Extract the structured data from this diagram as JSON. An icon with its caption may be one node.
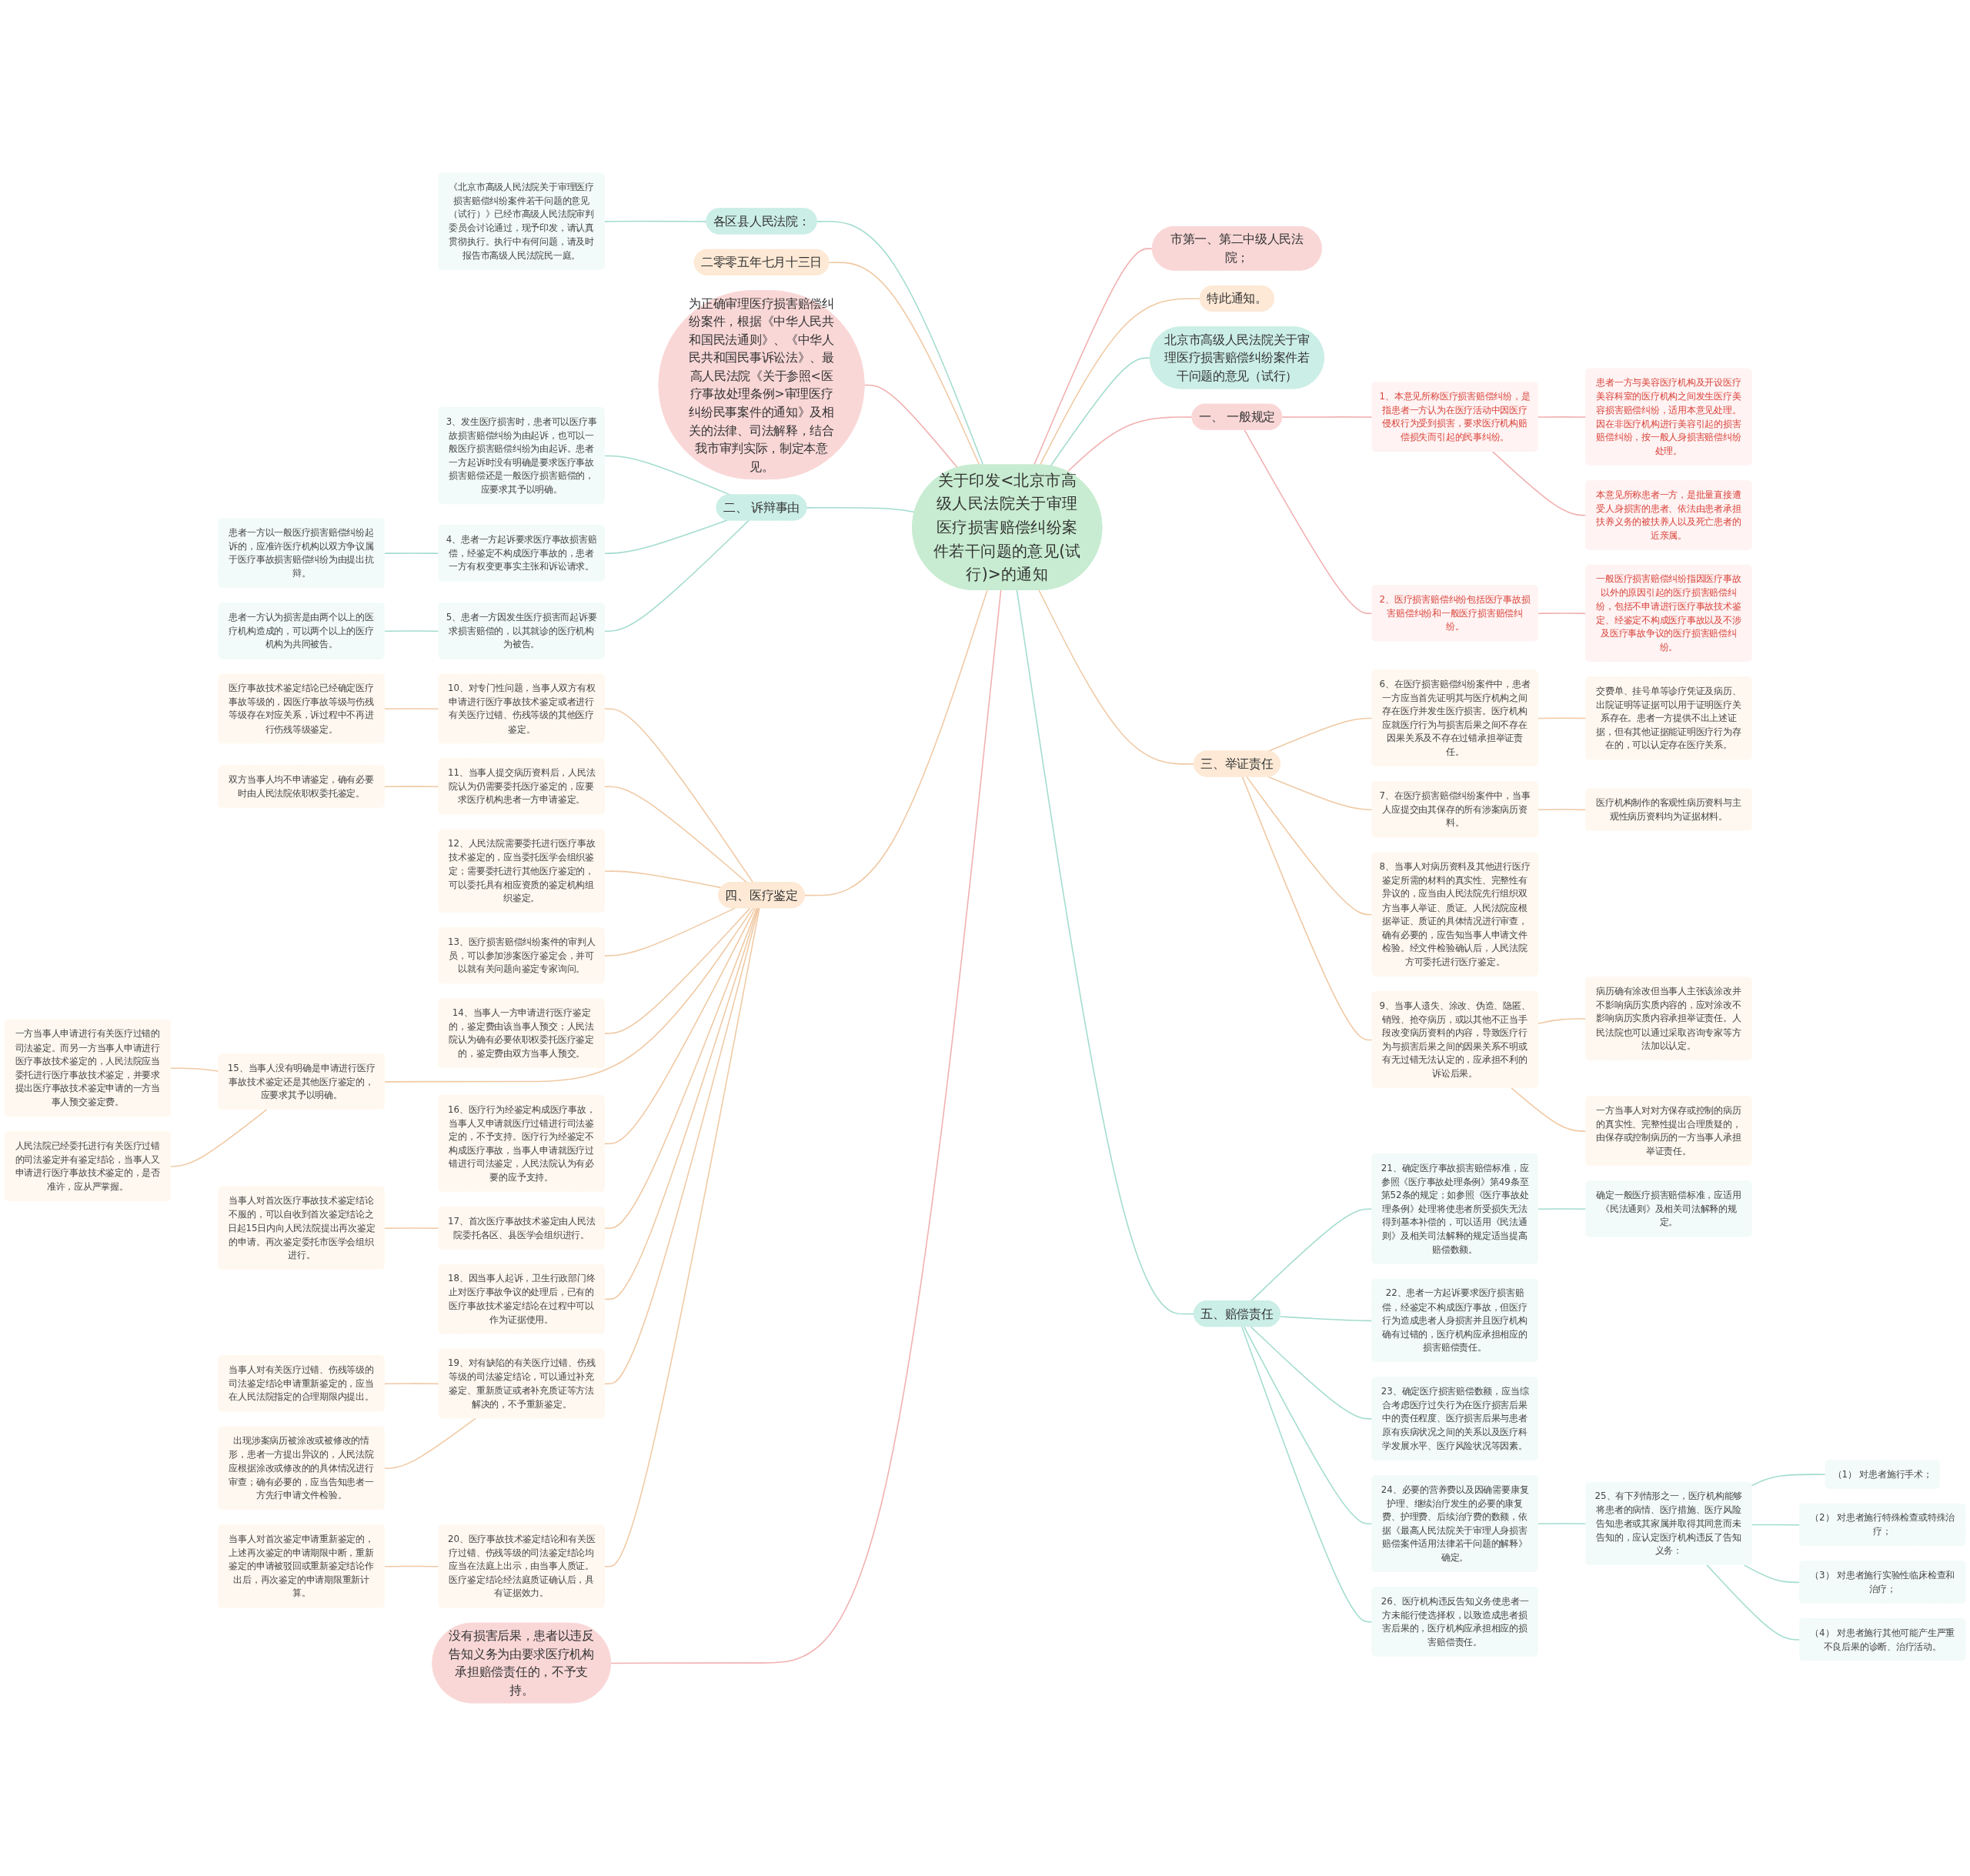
{
  "diagram": {
    "nodes": [
      {
        "text": [
          "关于印发<北京市高级人民法院关于审理医疗损害赔偿纠纷案件若干问题的意见(试行)>的通知"
        ]
      },
      {
        "text": [
          "各区县人民法院："
        ]
      },
      {
        "text": [
          "《北京市高级人民法院关于审理医疗损害赔偿纠纷案件若干问题的意见（试行）》已经市高级人民法院审判委员会讨论通过，现予印发，请认真贯彻执行。执行中有何问题，请及时报告市高级人民法院民一庭。"
        ]
      },
      {
        "text": [
          "二零零五年七月十三日"
        ]
      },
      {
        "text": [
          "为正确审理医疗损害赔偿纠纷案件，根据《中华人民共和国民法通则》、《中华人民共和国民事诉讼法》、最高人民法院《关于参照<医疗事故处理条例>审理医疗纠纷民事案件的通知》及相关的法律、司法解释，结合我市审判实际，制定本意见。"
        ]
      },
      {
        "text": [
          "二、 诉辩事由"
        ]
      },
      {
        "text": [
          "3、发生医疗损害时，患者可以医疗事故损害赔偿纠纷为由起诉，也可以一般医疗损害赔偿纠纷为由起诉。患者一方起诉时没有明确是要求医疗事故损害赔偿还是一般医疗损害赔偿的，应要求其予以明确。"
        ]
      },
      {
        "text": [
          "4、患者一方起诉要求医疗事故损害赔偿，经鉴定不构成医疗事故的，患者一方有权变更事实主张和诉讼请求。"
        ]
      },
      {
        "text": [
          "患者一方以一般医疗损害赔偿纠纷起诉的，应准许医疗机构以双方争议属于医疗事故损害赔偿纠纷为由提出抗辩。"
        ]
      },
      {
        "text": [
          "5、患者一方因发生医疗损害而起诉要求损害赔偿的，以其就诊的医疗机构为被告。"
        ]
      },
      {
        "text": [
          "患者一方认为损害是由两个以上的医疗机构造成的，可以两个以上的医疗机构为共同被告。"
        ]
      },
      {
        "text": [
          "四、医疗鉴定"
        ]
      },
      {
        "text": [
          "10、对专门性问题，当事人双方有权申请进行医疗事故技术鉴定或者进行有关医疗过错、伤残等级的其他医疗鉴定。"
        ]
      },
      {
        "text": [
          "医疗事故技术鉴定结论已经确定医疗事故等级的，因医疗事故等级与伤残等级存在对应关系，诉过程中不再进行伤残等级鉴定。"
        ]
      },
      {
        "text": [
          "11、当事人提交病历资料后，人民法院认为仍需要委托医疗鉴定的，应要求医疗机构患者一方申请鉴定。"
        ]
      },
      {
        "text": [
          "双方当事人均不申请鉴定，确有必要时由人民法院依职权委托鉴定。"
        ]
      },
      {
        "text": [
          "12、人民法院需要委托进行医疗事故技术鉴定的，应当委托医学会组织鉴定；需要委托进行其他医疗鉴定的，可以委托具有相应资质的鉴定机构组织鉴定。"
        ]
      },
      {
        "text": [
          "13、医疗损害赔偿纠纷案件的审判人员，可以参加涉案医疗鉴定会，并可以就有关问题向鉴定专家询问。"
        ]
      },
      {
        "text": [
          "14、当事人一方申请进行医疗鉴定的，鉴定费由该当事人预交；人民法院认为确有必要依职权委托医疗鉴定的，鉴定费由双方当事人预交。"
        ]
      },
      {
        "text": [
          "15、当事人没有明确是申请进行医疗事故技术鉴定还是其他医疗鉴定的，应要求其予以明确。"
        ]
      },
      {
        "text": [
          "一方当事人申请进行有关医疗过错的司法鉴定。而另一方当事人申请进行医疗事故技术鉴定的，人民法院应当委托进行医疗事故技术鉴定，并要求提出医疗事故技术鉴定申请的一方当事人预交鉴定费。"
        ]
      },
      {
        "text": [
          "人民法院已经委托进行有关医疗过错的司法鉴定并有鉴定结论，当事人又申请进行医疗事故技术鉴定的，是否准许，应从严掌握。"
        ]
      },
      {
        "text": [
          "16、医疗行为经鉴定构成医疗事故，当事人又申请就医疗过错进行司法鉴定的，不予支持。医疗行为经鉴定不构成医疗事故，当事人申请就医疗过错进行司法鉴定，人民法院认为有必要的应予支持。"
        ]
      },
      {
        "text": [
          "17、首次医疗事故技术鉴定由人民法院委托各区、县医学会组织进行。"
        ]
      },
      {
        "text": [
          "当事人对首次医疗事故技术鉴定结论不服的，可以自收到首次鉴定结论之日起15日内向人民法院提出再次鉴定的申请。再次鉴定委托市医学会组织进行。"
        ]
      },
      {
        "text": [
          "18、因当事人起诉，卫生行政部门终止对医疗事故争议的处理后，已有的医疗事故技术鉴定结论在过程中可以作为证据使用。"
        ]
      },
      {
        "text": [
          "19、对有缺陷的有关医疗过错、伤残等级的司法鉴定结论，可以通过补充鉴定、重新质证或者补充质证等方法解决的，不予重新鉴定。"
        ]
      },
      {
        "text": [
          "当事人对有关医疗过错、伤残等级的司法鉴定结论申请重新鉴定的，应当在人民法院指定的合理期限内提出。"
        ]
      },
      {
        "text": [
          "出现涉案病历被涂改或被修改的情形，患者一方提出异议的，人民法院应根据涂改或修改的的具体情况进行审查；确有必要的，应当告知患者一方先行申请文件检验。"
        ]
      },
      {
        "text": [
          "20、医疗事故技术鉴定结论和有关医疗过错、伤残等级的司法鉴定结论均应当在法庭上出示，由当事人质证。医疗鉴定结论经法庭质证确认后，具有证据效力。"
        ]
      },
      {
        "text": [
          "当事人对首次鉴定申请重新鉴定的，上述再次鉴定的申请期限中断，重新鉴定的申请被驳回或重新鉴定结论作出后，再次鉴定的申请期限重新计算。"
        ]
      },
      {
        "text": [
          "没有损害后果，患者以违反告知义务为由要求医疗机构承担赔偿责任的，不予支持。"
        ]
      },
      {
        "text": [
          "市第一、第二中级人民法院；"
        ]
      },
      {
        "text": [
          "特此通知。"
        ]
      },
      {
        "text": [
          "北京市高级人民法院关于审理医疗损害赔偿纠纷案件若干问题的意见（试行）"
        ]
      },
      {
        "text": [
          "一、 一般规定"
        ]
      },
      {
        "text": [
          "1、本意见所称医疗损害赔偿纠纷，是指患者一方认为在医疗活动中因医疗侵权行为受到损害，要求医疗机构赔偿损失而引起的民事纠纷。"
        ]
      },
      {
        "text": [
          "患者一方与美容医疗机构及开设医疗美容科室的医疗机构之间发生医疗美容损害赔偿纠纷，适用本意见处理。因在非医疗机构进行美容引起的损害赔偿纠纷，按一般人身损害赔偿纠纷处理。"
        ]
      },
      {
        "text": [
          "本意见所称患者一方，是批量直接遭受人身损害的患者、依法由患者承担扶养义务的被扶养人以及死亡患者的近亲属。"
        ]
      },
      {
        "text": [
          "2、医疗损害赔偿纠纷包括医疗事故损害赔偿纠纷和一般医疗损害赔偿纠纷。"
        ]
      },
      {
        "text": [
          "一般医疗损害赔偿纠纷指因医疗事故以外的原因引起的医疗损害赔偿纠纷，包括不申请进行医疗事故技术鉴定、经鉴定不构成医疗事故以及不涉及医疗事故争议的医疗损害赔偿纠纷。"
        ]
      },
      {
        "text": [
          "三、举证责任"
        ]
      },
      {
        "text": [
          "6、在医疗损害赔偿纠纷案件中，患者一方应当首先证明其与医疗机构之间存在医疗并发生医疗损害。医疗机构应就医疗行为与损害后果之间不存在因果关系及不存在过错承担举证责任。"
        ]
      },
      {
        "text": [
          "交费单、挂号单等诊疗凭证及病历、出院证明等证据可以用于证明医疗关系存在。患者一方提供不出上述证据，但有其他证据能证明医疗行为存在的，可以认定存在医疗关系。"
        ]
      },
      {
        "text": [
          "7、在医疗损害赔偿纠纷案件中，当事人应提交由其保存的所有涉案病历资料。"
        ]
      },
      {
        "text": [
          "医疗机构制作的客观性病历资料与主观性病历资料均为证据材料。"
        ]
      },
      {
        "text": [
          "8、当事人对病历资料及其他进行医疗鉴定所需的材料的真实性、完整性有异议的，应当由人民法院先行组织双方当事人举证、质证。人民法院应根据举证、质证的具体情况进行审查，确有必要的，应告知当事人申请文件检验。经文件检验确认后，人民法院方可委托进行医疗鉴定。"
        ]
      },
      {
        "text": [
          "9、当事人遗失、涂改、伪造、隐匿、销毁、抢夺病历，或以其他不正当手段改变病历资料的内容，导致医疗行为与损害后果之间的因果关系不明或有无过错无法认定的，应承担不利的诉讼后果。"
        ]
      },
      {
        "text": [
          "病历确有涂改但当事人主张该涂改并不影响病历实质内容的，应对涂改不影响病历实质内容承担举证责任。人民法院也可以通过采取咨询专家等方法加以认定。"
        ]
      },
      {
        "text": [
          "一方当事人对对方保存或控制的病历的真实性、完整性提出合理质疑的，由保存或控制病历的一方当事人承担举证责任。"
        ]
      },
      {
        "text": [
          "五、赔偿责任"
        ]
      },
      {
        "text": [
          "21、确定医疗事故损害赔偿标准，应参照《医疗事故处理条例》第49条至第52条的规定；如参照《医疗事故处理条例》处理将使患者所受损失无法得到基本补偿的，可以适用《民法通则》及相关司法解释的规定适当提高赔偿数额。"
        ]
      },
      {
        "text": [
          "确定一般医疗损害赔偿标准，应适用《民法通则》及相关司法解释的规定。"
        ]
      },
      {
        "text": [
          "22、患者一方起诉要求医疗损害赔偿，经鉴定不构成医疗事故，但医疗行为造成患者人身损害并且医疗机构确有过错的，医疗机构应承担相应的损害赔偿责任。"
        ]
      },
      {
        "text": [
          "23、确定医疗损害赔偿数额，应当综合考虑医疗过失行为在医疗损害后果中的责任程度、医疗损害后果与患者原有疾病状况之间的关系以及医疗科学发展水平、医疗风险状况等因素。"
        ]
      },
      {
        "text": [
          "24、必要的营养费以及因确需要康复护理、继续治疗发生的必要的康复费、护理费、后续治疗费的数额，依据《最高人民法院关于审理人身损害赔偿案件适用法律若干问题的解释》确定。"
        ]
      },
      {
        "text": [
          "25、有下列情形之一，医疗机构能够将患者的病情、医疗措施、医疗风险告知患者或其家属并取得其同意而未告知的，应认定医疗机构违反了告知义务："
        ]
      },
      {
        "text": [
          "（1） 对患者施行手术；"
        ]
      },
      {
        "text": [
          "（2） 对患者施行特殊检查或特殊治疗；"
        ]
      },
      {
        "text": [
          "（3） 对患者施行实验性临床检查和治疗；"
        ]
      },
      {
        "text": [
          "（4） 对患者施行其他可能产生严重不良后果的诊断、治疗活动。"
        ]
      },
      {
        "text": [
          "26、医疗机构违反告知义务使患者一方未能行使选择权，以致造成患者损害后果的，医疗机构应承担相应的损害赔偿责任。"
        ]
      }
    ],
    "edges": [
      {
        "from": 2,
        "to": 1,
        "arrow": "none",
        "color": "#a3dccf"
      },
      {
        "from": 1,
        "to": 0,
        "arrow": "none",
        "color": "#a3dccf"
      },
      {
        "from": 3,
        "to": 0,
        "arrow": "none"
      },
      {
        "from": 4,
        "to": 0,
        "arrow": "none",
        "color": "#f2b0b0"
      },
      {
        "from": 6,
        "to": 5,
        "arrow": "none",
        "color": "#a3dccf"
      },
      {
        "from": 8,
        "to": 7,
        "arrow": "none",
        "color": "#a3dccf"
      },
      {
        "from": 7,
        "to": 5,
        "arrow": "none",
        "color": "#a3dccf"
      },
      {
        "from": 10,
        "to": 9,
        "arrow": "none",
        "color": "#a3dccf"
      },
      {
        "from": 9,
        "to": 5,
        "arrow": "none",
        "color": "#a3dccf"
      },
      {
        "from": 5,
        "to": 0,
        "arrow": "none",
        "color": "#a3dccf"
      },
      {
        "from": 13,
        "to": 12,
        "arrow": "none"
      },
      {
        "from": 12,
        "to": 11,
        "arrow": "none"
      },
      {
        "from": 15,
        "to": 14,
        "arrow": "none"
      },
      {
        "from": 14,
        "to": 11,
        "arrow": "none"
      },
      {
        "from": 16,
        "to": 11,
        "arrow": "none"
      },
      {
        "from": 17,
        "to": 11,
        "arrow": "none"
      },
      {
        "from": 18,
        "to": 11,
        "arrow": "none"
      },
      {
        "from": 20,
        "to": 19,
        "arrow": "none"
      },
      {
        "from": 21,
        "to": 19,
        "arrow": "none"
      },
      {
        "from": 19,
        "to": 11,
        "arrow": "none"
      },
      {
        "from": 22,
        "to": 11,
        "arrow": "none"
      },
      {
        "from": 24,
        "to": 23,
        "arrow": "none"
      },
      {
        "from": 23,
        "to": 11,
        "arrow": "none"
      },
      {
        "from": 25,
        "to": 11,
        "arrow": "none"
      },
      {
        "from": 27,
        "to": 26,
        "arrow": "none"
      },
      {
        "from": 28,
        "to": 26,
        "arrow": "none"
      },
      {
        "from": 26,
        "to": 11,
        "arrow": "none"
      },
      {
        "from": 30,
        "to": 29,
        "arrow": "none"
      },
      {
        "from": 29,
        "to": 11,
        "arrow": "none"
      },
      {
        "from": 11,
        "to": 0,
        "arrow": "none"
      },
      {
        "from": 31,
        "to": 0,
        "arrow": "none",
        "color": "#f2b0b0"
      },
      {
        "from": 0,
        "to": 32,
        "arrow": "none",
        "color": "#f2b0b0"
      },
      {
        "from": 0,
        "to": 33,
        "arrow": "none"
      },
      {
        "from": 0,
        "to": 34,
        "arrow": "none",
        "color": "#a3dccf"
      },
      {
        "from": 0,
        "to": 35,
        "arrow": "none",
        "color": "#f2b0b0"
      },
      {
        "from": 35,
        "to": 36,
        "arrow": "none",
        "color": "#f2b0b0"
      },
      {
        "from": 36,
        "to": 37,
        "arrow": "none",
        "color": "#f2b0b0"
      },
      {
        "from": 36,
        "to": 38,
        "arrow": "none",
        "color": "#f2b0b0"
      },
      {
        "from": 35,
        "to": 39,
        "arrow": "none",
        "color": "#f2b0b0"
      },
      {
        "from": 39,
        "to": 40,
        "arrow": "none",
        "color": "#f2b0b0"
      },
      {
        "from": 0,
        "to": 41,
        "arrow": "none"
      },
      {
        "from": 41,
        "to": 42,
        "arrow": "none"
      },
      {
        "from": 42,
        "to": 43,
        "arrow": "none"
      },
      {
        "from": 41,
        "to": 44,
        "arrow": "none"
      },
      {
        "from": 44,
        "to": 45,
        "arrow": "none"
      },
      {
        "from": 41,
        "to": 46,
        "arrow": "none"
      },
      {
        "from": 41,
        "to": 47,
        "arrow": "none"
      },
      {
        "from": 47,
        "to": 48,
        "arrow": "none"
      },
      {
        "from": 47,
        "to": 49,
        "arrow": "none"
      },
      {
        "from": 0,
        "to": 50,
        "arrow": "none",
        "color": "#a3dccf"
      },
      {
        "from": 50,
        "to": 51,
        "arrow": "none",
        "color": "#a3dccf"
      },
      {
        "from": 51,
        "to": 52,
        "arrow": "none",
        "color": "#a3dccf"
      },
      {
        "from": 50,
        "to": 53,
        "arrow": "none",
        "color": "#a3dccf"
      },
      {
        "from": 50,
        "to": 54,
        "arrow": "none",
        "color": "#a3dccf"
      },
      {
        "from": 50,
        "to": 55,
        "arrow": "none",
        "color": "#a3dccf"
      },
      {
        "from": 55,
        "to": 56,
        "arrow": "none",
        "color": "#a3dccf"
      },
      {
        "from": 56,
        "to": 57,
        "arrow": "none",
        "color": "#a3dccf"
      },
      {
        "from": 56,
        "to": 58,
        "arrow": "none",
        "color": "#a3dccf"
      },
      {
        "from": 56,
        "to": 59,
        "arrow": "none",
        "color": "#a3dccf"
      },
      {
        "from": 56,
        "to": 60,
        "arrow": "none",
        "color": "#a3dccf"
      },
      {
        "from": 50,
        "to": 61,
        "arrow": "none",
        "color": "#a3dccf"
      }
    ]
  }
}
